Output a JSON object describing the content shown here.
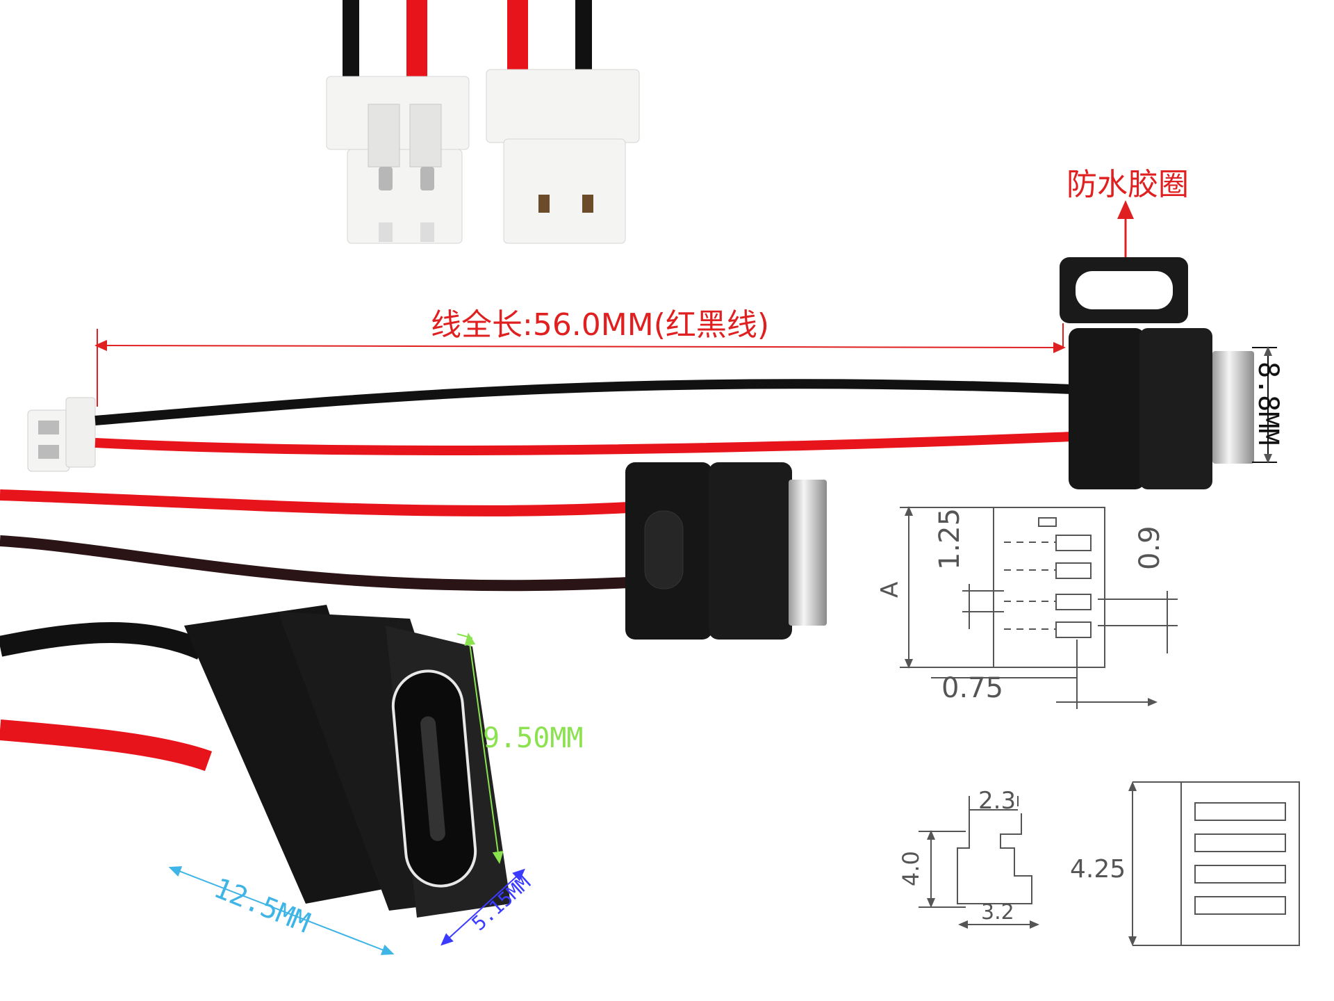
{
  "labels": {
    "gasket": "防水胶圈",
    "wire_length": "线全长:56.0MM(红黑线)",
    "height_right": "8.8MM",
    "height_front": "9.50MM",
    "width_front": "12.5MM",
    "depth_front": "5.15MM"
  },
  "drawing_top": {
    "pitch": "1.25",
    "dimension_a": "A",
    "pin_width": "0.9",
    "gap": "0.75"
  },
  "drawing_bottom": {
    "header_depth": "2.3",
    "header_height": "4.0",
    "base_width": "3.2",
    "overall": "4.25"
  },
  "colors": {
    "wire_red": "#e8141b",
    "wire_black": "#111111",
    "housing": "#161616",
    "connector_white": "#f2f2f0",
    "dimension_red": "#e02020",
    "dimension_green": "#8be24f",
    "dimension_blue": "#3b3bff",
    "dimension_cyan": "#3fb4e6",
    "drawing_grey": "#555555"
  }
}
